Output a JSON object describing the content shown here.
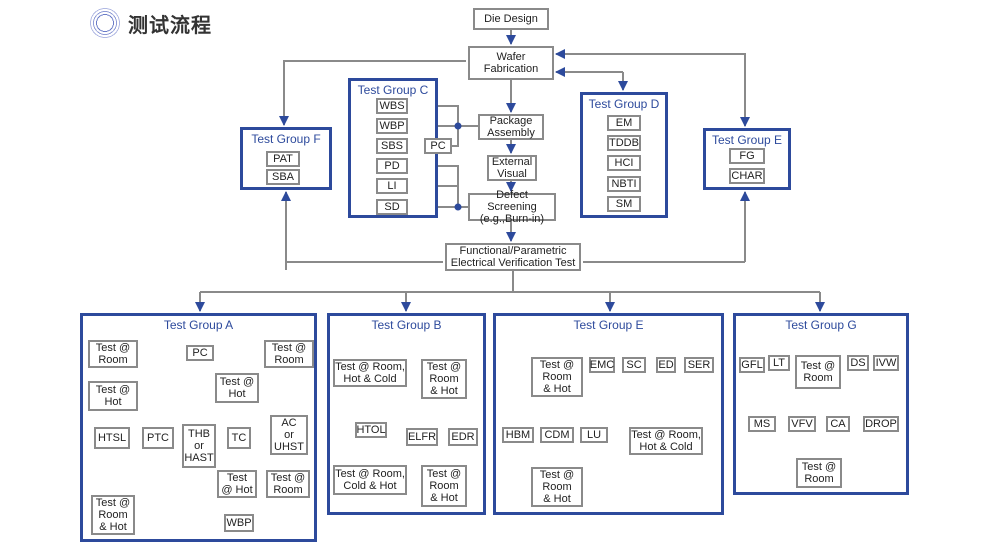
{
  "header": {
    "title": "测试流程",
    "logo_icon": "dotted-circle-logo-icon"
  },
  "colors": {
    "group_border": "#2d4a9c",
    "node_border": "#8a8a8a",
    "wire": "#8a8a8a",
    "arrow": "#2d4a9c",
    "junction": "#2d4a9c"
  },
  "flow": {
    "die_design": "Die Design",
    "wafer_fabrication": "Wafer\nFabrication",
    "package_assembly": "Package\nAssembly",
    "external_visual": "External\nVisual",
    "defect_screening": "Defect Screening\n(e.g.,Burn-in)",
    "functional_test": "Functional/Parametric\nElectrical Verification Test"
  },
  "groups": {
    "c": {
      "title": "Test Group C",
      "items": [
        "WBS",
        "WBP",
        "SBS",
        "PD",
        "LI",
        "SD"
      ],
      "pc": "PC"
    },
    "d": {
      "title": "Test Group D",
      "items": [
        "EM",
        "TDDB",
        "HCI",
        "NBTI",
        "SM"
      ]
    },
    "f": {
      "title": "Test Group F",
      "items": [
        "PAT",
        "SBA"
      ]
    },
    "e_top": {
      "title": "Test Group E",
      "items": [
        "FG",
        "CHAR"
      ]
    },
    "a": {
      "title": "Test Group A",
      "test_room_1": "Test @\nRoom",
      "pc": "PC",
      "test_room_2": "Test @\nRoom",
      "test_hot_1": "Test @\nHot",
      "test_hot_2": "Test @\nHot",
      "htsl": "HTSL",
      "ptc": "PTC",
      "thb": "THB\nor\nHAST",
      "tc": "TC",
      "ac": "AC\nor\nUHST",
      "test_hot_3": "Test\n@ Hot",
      "test_room_3": "Test @\nRoom",
      "test_room_hot": "Test @\nRoom\n& Hot",
      "wbp": "WBP"
    },
    "b": {
      "title": "Test Group B",
      "test_rhc": "Test  @ Room,\nHot & Cold",
      "test_rh_1": "Test  @\nRoom\n& Hot",
      "htol": "HTOL",
      "elfr": "ELFR",
      "edr": "EDR",
      "test_rch": "Test  @ Room,\nCold & Hot",
      "test_rh_2": "Test  @\nRoom\n& Hot"
    },
    "e_bottom": {
      "title": "Test Group E",
      "test_rh_1": "Test  @\nRoom\n& Hot",
      "emc": "EMC",
      "sc": "SC",
      "ed": "ED",
      "ser": "SER",
      "hbm": "HBM",
      "cdm": "CDM",
      "lu": "LU",
      "test_rh_2": "Test  @\nRoom\n& Hot",
      "test_rhc": "Test  @ Room,\nHot & Cold"
    },
    "g": {
      "title": "Test Group G",
      "gfl": "GFL",
      "lt": "LT",
      "test_room_1": "Test  @\nRoom",
      "ds": "DS",
      "ivw": "IVW",
      "ms": "MS",
      "vfv": "VFV",
      "ca": "CA",
      "drop": "DROP",
      "test_room_2": "Test  @\nRoom"
    }
  }
}
